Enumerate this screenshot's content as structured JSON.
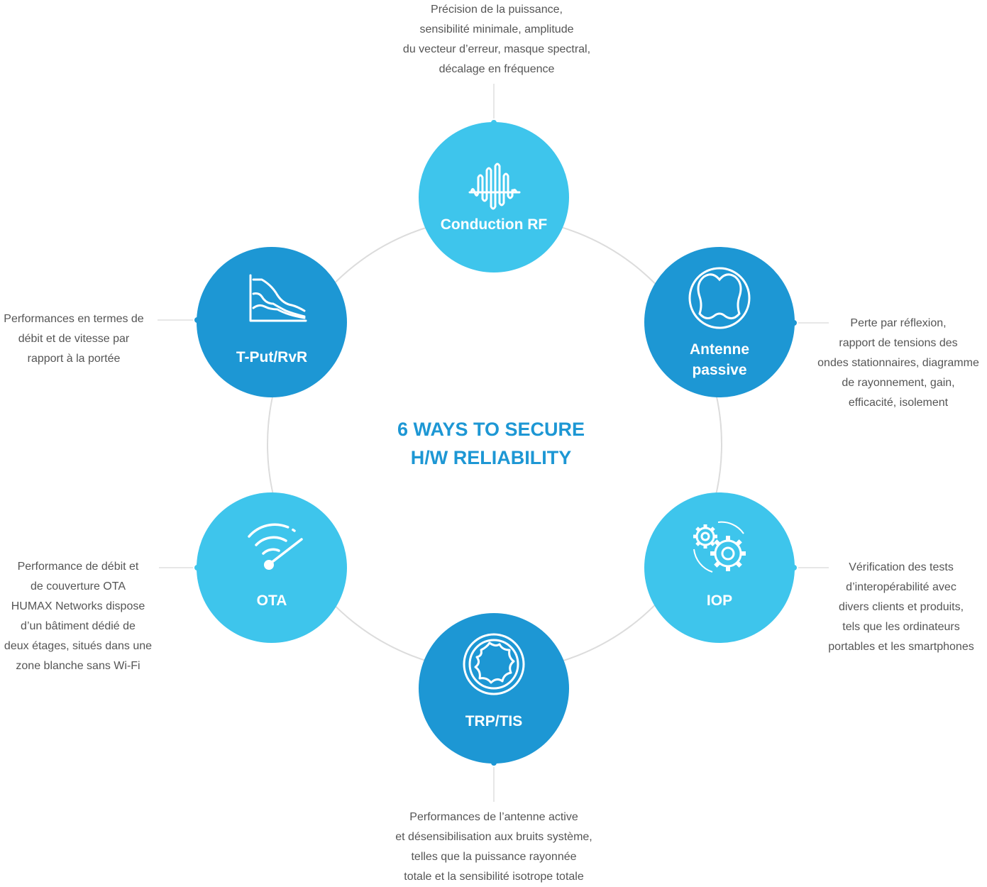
{
  "title_line1": "6 WAYS TO SECURE",
  "title_line2": "H/W RELIABILITY",
  "colors": {
    "light": "#3ec5ec",
    "dark": "#1d97d4",
    "ring": "#dcdcdc",
    "connector": "#cfcfcf",
    "text": "#555555"
  },
  "nodes": [
    {
      "key": "conduction",
      "label_line1": "Conduction RF",
      "label_line2": "",
      "icon": "waveform-icon",
      "desc": [
        "Précision de la puissance,",
        "sensibilité minimale, amplitude",
        "du vecteur d’erreur, masque spectral,",
        "décalage en fréquence"
      ]
    },
    {
      "key": "antenne",
      "label_line1": "Antenne",
      "label_line2": "passive",
      "icon": "radiation-pattern-icon",
      "desc": [
        "Perte par réflexion,",
        "rapport de tensions des",
        "ondes stationnaires, diagramme",
        "de rayonnement, gain,",
        "efficacité, isolement"
      ]
    },
    {
      "key": "iop",
      "label_line1": "IOP",
      "label_line2": "",
      "icon": "gears-icon",
      "desc": [
        "Vérification des tests",
        "d’interopérabilité avec",
        "divers clients et produits,",
        "tels que les ordinateurs",
        "portables et les smartphones"
      ]
    },
    {
      "key": "trp",
      "label_line1": "TRP/TIS",
      "label_line2": "",
      "icon": "isotropic-sphere-icon",
      "desc": [
        "Performances de l’antenne active",
        "et désensibilisation aux bruits système,",
        "telles que la puissance rayonnée",
        "totale et la sensibilité isotrope totale"
      ]
    },
    {
      "key": "ota",
      "label_line1": "OTA",
      "label_line2": "",
      "icon": "wifi-gauge-icon",
      "desc": [
        "Performance de débit et",
        "de couverture OTA",
        "HUMAX Networks dispose",
        "d’un bâtiment dédié de",
        "deux étages, situés dans une",
        "zone blanche sans Wi-Fi"
      ]
    },
    {
      "key": "tput",
      "label_line1": "T-Put/RvR",
      "label_line2": "",
      "icon": "throughput-chart-icon",
      "desc": [
        "Performances en termes de",
        "débit et de vitesse par",
        "rapport à la portée"
      ]
    }
  ]
}
